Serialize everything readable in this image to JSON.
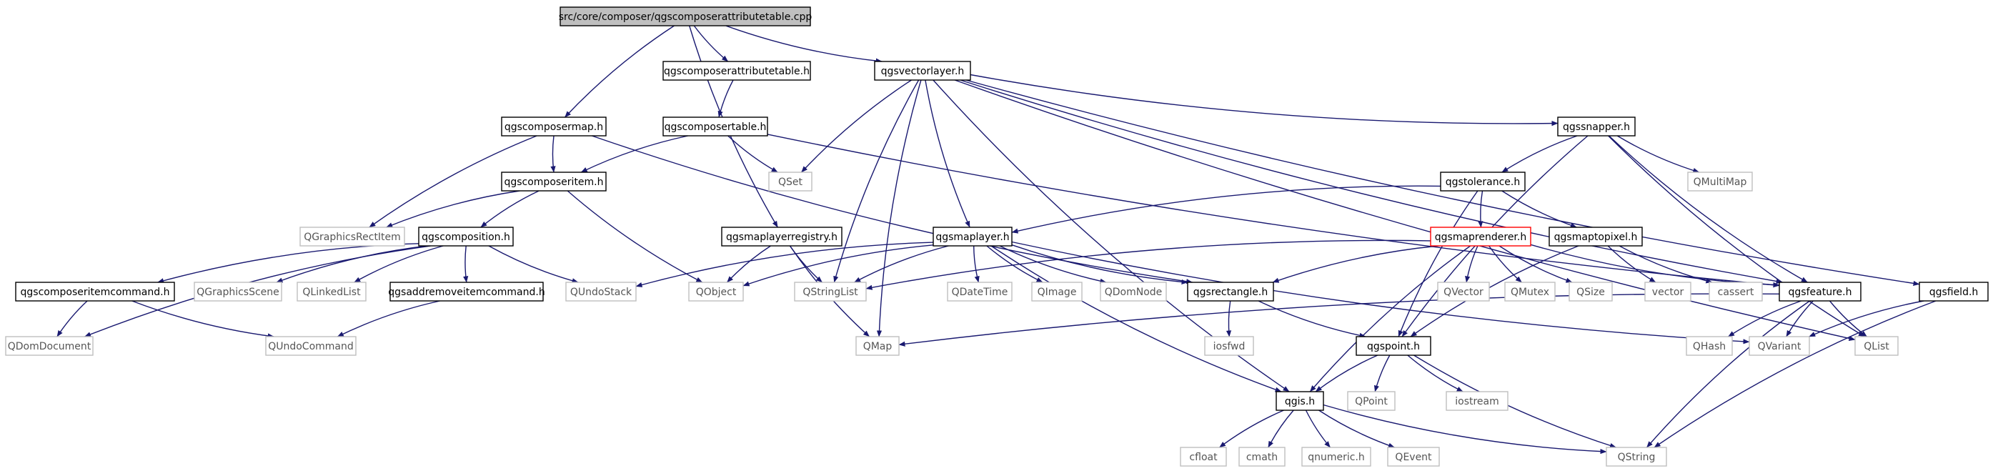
{
  "colors": {
    "edge": "#191970",
    "box_solid": "#000000",
    "box_system": "#bfbfbf",
    "box_truncated": "#ff0000",
    "root_fill": "#bfbfbf",
    "text_dark": "#000000",
    "text_system": "#555555"
  },
  "nodes": {
    "root": "src/core/composer/qgscomposerattributetable.cpp",
    "qgscomposerattributetable_h": "qgscomposerattributetable.h",
    "qgsvectorlayer_h": "qgsvectorlayer.h",
    "qgscomposermap_h": "qgscomposermap.h",
    "qgscomposertable_h": "qgscomposertable.h",
    "qgscomposeritem_h": "qgscomposeritem.h",
    "qset": "QSet",
    "qgraphicsrectitem": "QGraphicsRectItem",
    "qgscomposition_h": "qgscomposition.h",
    "qgsmaplayerregistry_h": "qgsmaplayerregistry.h",
    "qgsmaplayer_h": "qgsmaplayer.h",
    "qgssnapper_h": "qgssnapper.h",
    "qmultimap": "QMultiMap",
    "qgstolerance_h": "qgstolerance.h",
    "qgsmaprenderer_h": "qgsmaprenderer.h",
    "qgsmaptopixel_h": "qgsmaptopixel.h",
    "qgscomposeritemcommand_h": "qgscomposeritemcommand.h",
    "qgraphicsscene": "QGraphicsScene",
    "qlinkedlist": "QLinkedList",
    "qgsaddremoveitemcommand_h": "qgsaddremoveitemcommand.h",
    "qundostack": "QUndoStack",
    "qobject": "QObject",
    "qstringlist": "QStringList",
    "qdatetime": "QDateTime",
    "qimage": "QImage",
    "qdomnode": "QDomNode",
    "qgsrectangle_h": "qgsrectangle.h",
    "qvector": "QVector",
    "qmutex": "QMutex",
    "qsize": "QSize",
    "vector": "vector",
    "cassert": "cassert",
    "qgsfeature_h": "qgsfeature.h",
    "qgsfield_h": "qgsfield.h",
    "qdomdocument": "QDomDocument",
    "qundocommand": "QUndoCommand",
    "qmap": "QMap",
    "iosfwd": "iosfwd",
    "qgspoint_h": "qgspoint.h",
    "qhash": "QHash",
    "qvariant": "QVariant",
    "qlist": "QList",
    "qpoint": "QPoint",
    "iostream": "iostream",
    "qgis_h": "qgis.h",
    "cfloat": "cfloat",
    "cmath": "cmath",
    "qnumeric_h": "qnumeric.h",
    "qevent": "QEvent",
    "qstring": "QString"
  },
  "edges": [
    [
      "root",
      "qgscomposerattributetable_h"
    ],
    [
      "root",
      "qgsvectorlayer_h"
    ],
    [
      "root",
      "qgscomposermap_h"
    ],
    [
      "root",
      "qgsmaplayerregistry_h"
    ],
    [
      "qgscomposerattributetable_h",
      "qgscomposertable_h"
    ],
    [
      "qgscomposertable_h",
      "qgscomposeritem_h"
    ],
    [
      "qgscomposertable_h",
      "qset"
    ],
    [
      "qgscomposertable_h",
      "qgsfeature_h"
    ],
    [
      "qgscomposermap_h",
      "qgscomposeritem_h"
    ],
    [
      "qgscomposermap_h",
      "qgraphicsrectitem"
    ],
    [
      "qgscomposermap_h",
      "qgsrectangle_h"
    ],
    [
      "qgscomposeritem_h",
      "qgraphicsrectitem"
    ],
    [
      "qgscomposeritem_h",
      "qgscomposition_h"
    ],
    [
      "qgscomposeritem_h",
      "qobject"
    ],
    [
      "qgscomposition_h",
      "qgscomposeritemcommand_h"
    ],
    [
      "qgscomposition_h",
      "qgraphicsscene"
    ],
    [
      "qgscomposition_h",
      "qlinkedlist"
    ],
    [
      "qgscomposition_h",
      "qgsaddremoveitemcommand_h"
    ],
    [
      "qgscomposition_h",
      "qundostack"
    ],
    [
      "qgscomposition_h",
      "qdomdocument"
    ],
    [
      "qgscomposeritemcommand_h",
      "qdomdocument"
    ],
    [
      "qgscomposeritemcommand_h",
      "qundocommand"
    ],
    [
      "qgsaddremoveitemcommand_h",
      "qundocommand"
    ],
    [
      "qgsvectorlayer_h",
      "qset"
    ],
    [
      "qgsvectorlayer_h",
      "qgsmaplayer_h"
    ],
    [
      "qgsvectorlayer_h",
      "qstringlist"
    ],
    [
      "qgsvectorlayer_h",
      "qmap"
    ],
    [
      "qgsvectorlayer_h",
      "qgis_h"
    ],
    [
      "qgsvectorlayer_h",
      "qgssnapper_h"
    ],
    [
      "qgsvectorlayer_h",
      "qgsfeature_h"
    ],
    [
      "qgsvectorlayer_h",
      "qgsfield_h"
    ],
    [
      "qgsvectorlayer_h",
      "qlist"
    ],
    [
      "qgsmaplayerregistry_h",
      "qobject"
    ],
    [
      "qgsmaplayerregistry_h",
      "qstringlist"
    ],
    [
      "qgsmaplayerregistry_h",
      "qmap"
    ],
    [
      "qgsmaplayer_h",
      "qundostack"
    ],
    [
      "qgsmaplayer_h",
      "qobject"
    ],
    [
      "qgsmaplayer_h",
      "qstringlist"
    ],
    [
      "qgsmaplayer_h",
      "qdatetime"
    ],
    [
      "qgsmaplayer_h",
      "qimage"
    ],
    [
      "qgsmaplayer_h",
      "qdomnode"
    ],
    [
      "qgsmaplayer_h",
      "qgsrectangle_h"
    ],
    [
      "qgsmaplayer_h",
      "qgis_h"
    ],
    [
      "qgsmaplayer_h",
      "qvariant"
    ],
    [
      "qgssnapper_h",
      "qgstolerance_h"
    ],
    [
      "qgssnapper_h",
      "qgspoint_h"
    ],
    [
      "qgssnapper_h",
      "qmultimap"
    ],
    [
      "qgssnapper_h",
      "qgsfeature_h"
    ],
    [
      "qgssnapper_h",
      "qlist"
    ],
    [
      "qgstolerance_h",
      "qgsmaplayer_h"
    ],
    [
      "qgstolerance_h",
      "qgsmaprenderer_h"
    ],
    [
      "qgstolerance_h",
      "qgsmaptopixel_h"
    ],
    [
      "qgstolerance_h",
      "qgspoint_h"
    ],
    [
      "qgsmaprenderer_h",
      "qstringlist"
    ],
    [
      "qgsmaprenderer_h",
      "qgsrectangle_h"
    ],
    [
      "qgsmaprenderer_h",
      "qvector"
    ],
    [
      "qgsmaprenderer_h",
      "qmutex"
    ],
    [
      "qgsmaprenderer_h",
      "qsize"
    ],
    [
      "qgsmaprenderer_h",
      "qgis_h"
    ],
    [
      "qgsmaprenderer_h",
      "qgsfeature_h"
    ],
    [
      "qgsmaptopixel_h",
      "qgspoint_h"
    ],
    [
      "qgsmaptopixel_h",
      "vector"
    ],
    [
      "qgsmaptopixel_h",
      "cassert"
    ],
    [
      "qgsrectangle_h",
      "iosfwd"
    ],
    [
      "qgsrectangle_h",
      "qgspoint_h"
    ],
    [
      "qgsfeature_h",
      "qmap"
    ],
    [
      "qgsfeature_h",
      "qhash"
    ],
    [
      "qgsfeature_h",
      "qvariant"
    ],
    [
      "qgsfeature_h",
      "qlist"
    ],
    [
      "qgsfeature_h",
      "qstring"
    ],
    [
      "qgsfield_h",
      "qvariant"
    ],
    [
      "qgsfield_h",
      "qstring"
    ],
    [
      "qgspoint_h",
      "qgis_h"
    ],
    [
      "qgspoint_h",
      "qpoint"
    ],
    [
      "qgspoint_h",
      "iostream"
    ],
    [
      "qgspoint_h",
      "qstring"
    ],
    [
      "qgis_h",
      "cfloat"
    ],
    [
      "qgis_h",
      "cmath"
    ],
    [
      "qgis_h",
      "qnumeric_h"
    ],
    [
      "qgis_h",
      "qevent"
    ],
    [
      "qgis_h",
      "qstring"
    ]
  ]
}
